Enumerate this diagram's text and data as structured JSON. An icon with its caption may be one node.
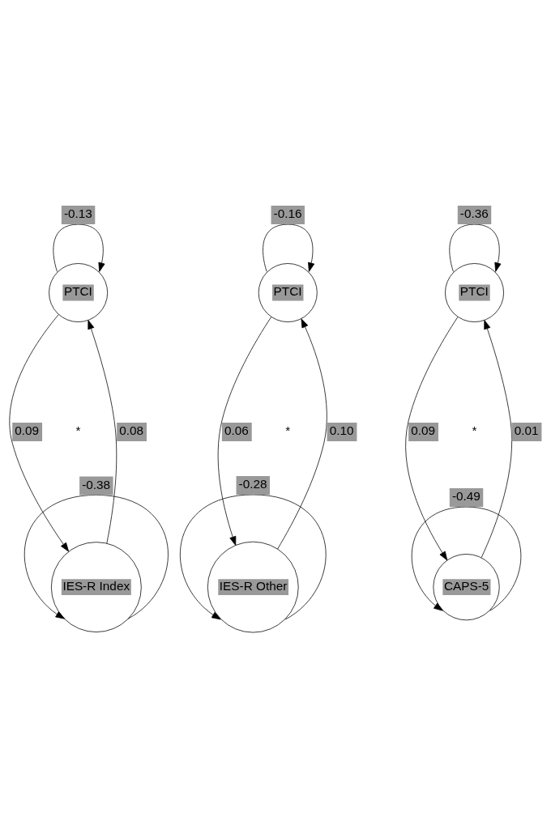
{
  "diagram": {
    "nodes": [
      {
        "text": [
          "PTCI"
        ]
      },
      {
        "text": [
          "IES-R Index"
        ]
      },
      {
        "text": [
          "PTCI"
        ]
      },
      {
        "text": [
          "IES-R Other"
        ]
      },
      {
        "text": [
          "PTCI"
        ]
      },
      {
        "text": [
          "CAPS-5"
        ]
      }
    ],
    "edges": [
      {
        "from": 0,
        "to": 0,
        "arrow": "to",
        "label": "-0.13"
      },
      {
        "from": 2,
        "to": 2,
        "arrow": "to",
        "label": "-0.16"
      },
      {
        "from": 4,
        "to": 4,
        "arrow": "to",
        "label": "-0.36"
      },
      {
        "from": 1,
        "to": 0,
        "arrow": "to",
        "label": "0.08"
      },
      {
        "from": 0,
        "to": 1,
        "arrow": "to",
        "label": "0.09"
      },
      {
        "from": 2,
        "to": 3,
        "arrow": "to",
        "label": "0.06"
      },
      {
        "from": 3,
        "to": 2,
        "arrow": "to",
        "label": "0.10"
      },
      {
        "from": 4,
        "to": 5,
        "arrow": "to",
        "label": "0.09"
      },
      {
        "from": 5,
        "to": 4,
        "arrow": "to",
        "label": "0.01"
      },
      {
        "from": 1,
        "to": 1,
        "arrow": "to",
        "label": "-0.38"
      },
      {
        "from": 3,
        "to": 3,
        "arrow": "to",
        "label": "-0.28"
      },
      {
        "from": 5,
        "to": 5,
        "arrow": "to",
        "label": "-0.49"
      }
    ],
    "labels": [
      "*",
      "*",
      "*"
    ]
  }
}
